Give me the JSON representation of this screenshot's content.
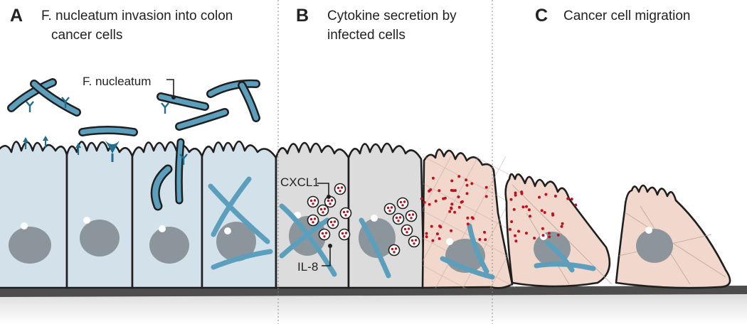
{
  "panels": [
    {
      "letter": "A",
      "title_line1": "F. nucleatum invasion into colon",
      "title_line2": "cancer cells"
    },
    {
      "letter": "B",
      "title_line1": "Cytokine secretion by",
      "title_line2": "infected cells"
    },
    {
      "letter": "C",
      "title_line1": "Cancer cell migration",
      "title_line2": ""
    }
  ],
  "labels": {
    "bacterium": "F. nucleatum",
    "cytokine_1": "CXCL1",
    "cytokine_2": "IL-8"
  },
  "colors": {
    "normal_cell": "#d3e1ea",
    "infected_cell": "#dcdcdc",
    "migrating_cell": "#f1d7cc",
    "nucleus": "#8c959b",
    "bacterium": "#5b9fbd",
    "receptor": "#1f6f8f",
    "cytokine": "#c0111c",
    "membrane": "#4d4d4d",
    "panel_divider": "#888888"
  }
}
